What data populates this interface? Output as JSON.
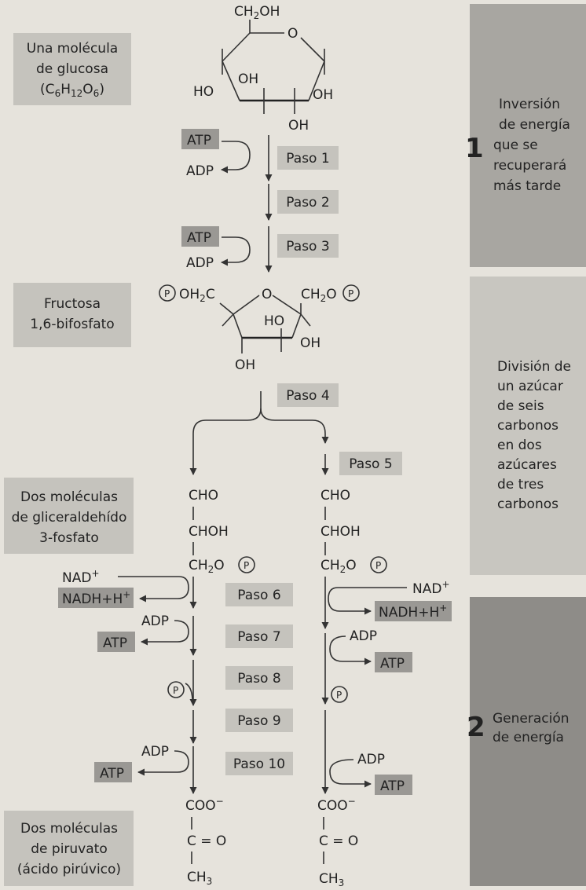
{
  "molecules": {
    "glucose_name": [
      "Una molécula",
      "de glucosa"
    ],
    "glucose_formula": {
      "c": "(C",
      "c_sub": "6",
      "h": "H",
      "h_sub": "12",
      "o": "O",
      "o_sub": "6",
      "close": ")"
    },
    "fructose_name": [
      "Fructosa",
      "1,6-bifosfato"
    ],
    "g3p_name": [
      "Dos moléculas",
      "de gliceraldehído",
      "3-fosfato"
    ],
    "pyruvate_name": [
      "Dos moléculas",
      "de piruvato",
      "(ácido pirúvico)"
    ]
  },
  "glucose_ring": {
    "ch2oh": "CH",
    "ch2oh_sub": "2",
    "ch2oh_end": "OH",
    "o": "O",
    "oh_left": "HO",
    "oh_mid": "OH",
    "oh_right": "OH",
    "oh_bottom": "OH"
  },
  "fructose_ring": {
    "p": "P",
    "left_group": "OH",
    "left_sub": "2",
    "left_c": "C",
    "o": "O",
    "right_group": "CH",
    "right_sub": "2",
    "right_o": "O",
    "ho": "HO",
    "oh_right": "OH",
    "oh_bottom": "OH"
  },
  "steps": [
    "Paso 1",
    "Paso 2",
    "Paso 3",
    "Paso 4",
    "Paso 5",
    "Paso 6",
    "Paso 7",
    "Paso 8",
    "Paso 9",
    "Paso 10"
  ],
  "cofactors": {
    "atp": "ATP",
    "adp": "ADP",
    "nad": "NAD",
    "nad_sup": "+",
    "nadh": "NADH+H",
    "nadh_sup": "+",
    "p": "P"
  },
  "chain": {
    "cho": "CHO",
    "choh": "CHOH",
    "ch2op": "CH",
    "ch2op_sub": "2",
    "ch2op_o": "O",
    "coo": "COO",
    "coo_sup": "−",
    "co": "C = O",
    "ch3": "CH",
    "ch3_sub": "3"
  },
  "phases": {
    "phase1_number": "1",
    "phase1_text": [
      "Inversión",
      "de energía",
      "que se",
      "recuperará",
      "más tarde"
    ],
    "phase_split_text": [
      "División de",
      "un azúcar",
      "de seis",
      "carbonos",
      "en dos",
      "azúcares",
      "de tres",
      "carbonos"
    ],
    "phase2_number": "2",
    "phase2_text": [
      "Generación",
      "de energía"
    ]
  },
  "colors": {
    "label_box": "#c5c3bd",
    "atp_box": "#9a9894",
    "phase1_panel": "#a8a6a1",
    "phase_split_panel": "#c8c6c0",
    "phase2_panel": "#8e8c88"
  }
}
